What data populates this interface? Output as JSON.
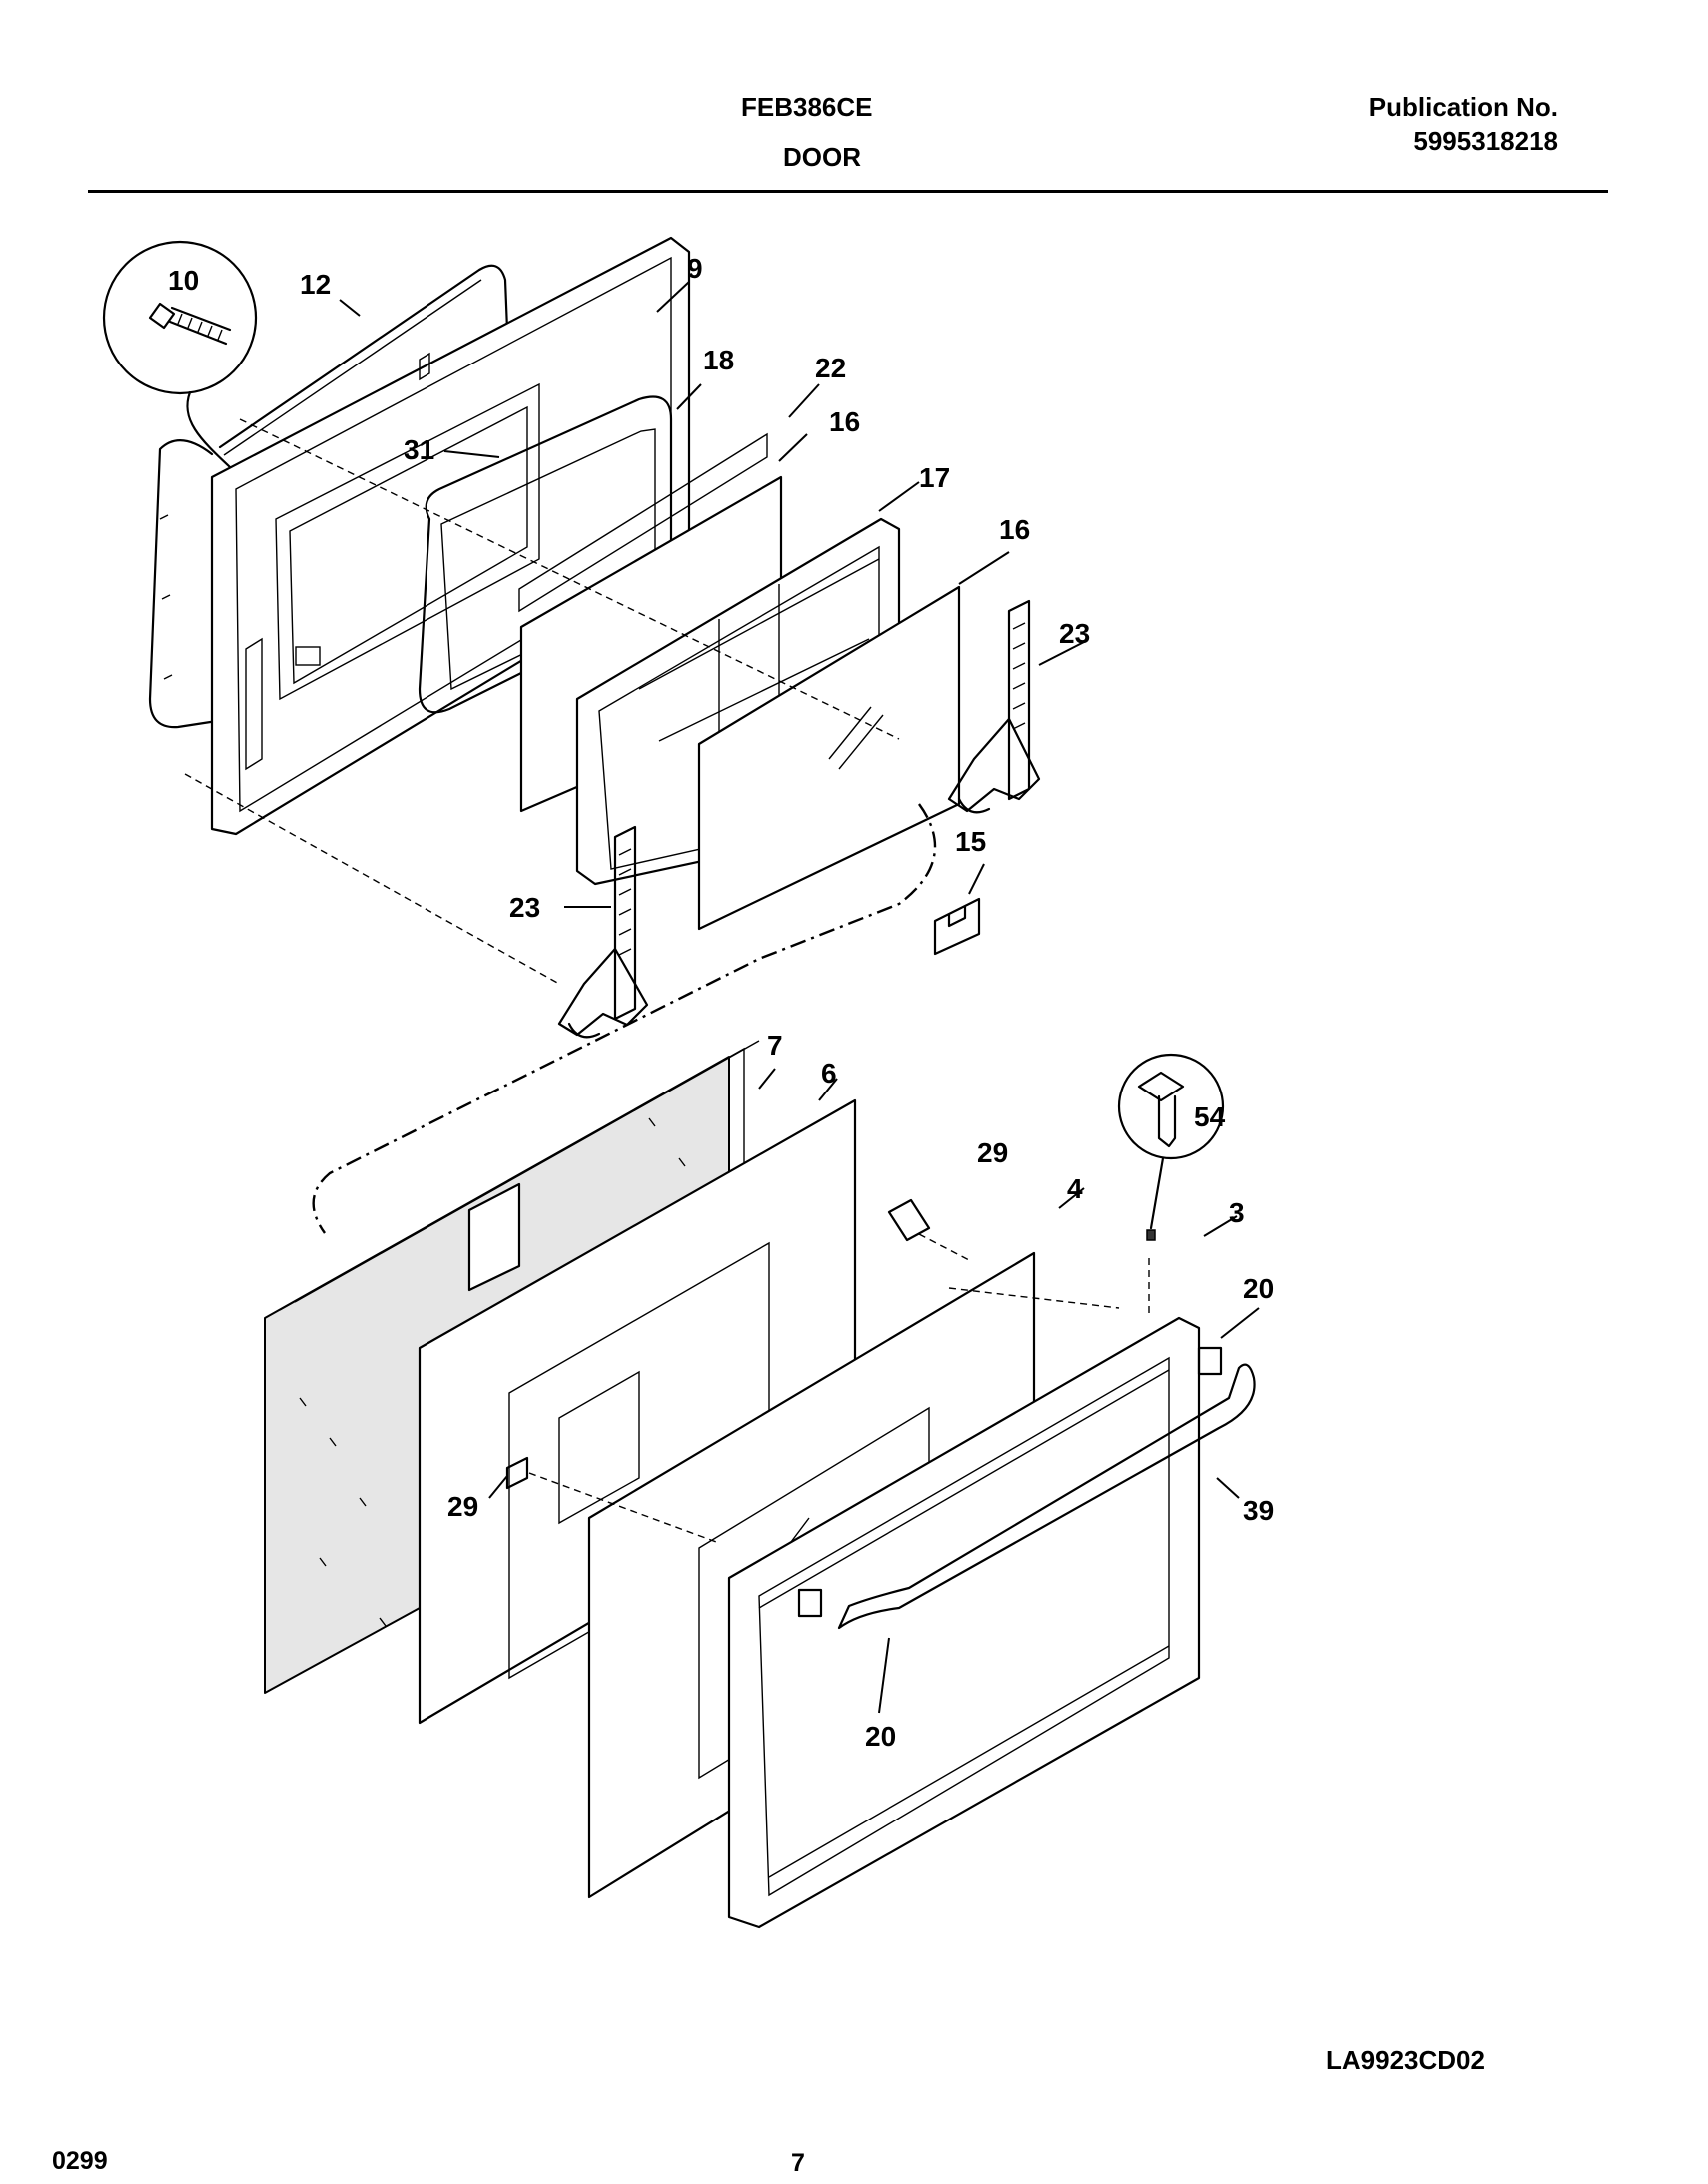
{
  "header": {
    "model": "FEB386CE",
    "section": "DOOR",
    "publication_label": "Publication No.",
    "publication_number": "5995318218"
  },
  "footer": {
    "drawing_id": "LA9923CD02",
    "date_code": "0299",
    "page_number": "7"
  },
  "callouts": [
    "10",
    "12",
    "9",
    "18",
    "22",
    "16",
    "31",
    "17",
    "16",
    "23",
    "15",
    "23",
    "7",
    "6",
    "29",
    "54",
    "4",
    "3",
    "20",
    "29",
    "39",
    "20"
  ]
}
